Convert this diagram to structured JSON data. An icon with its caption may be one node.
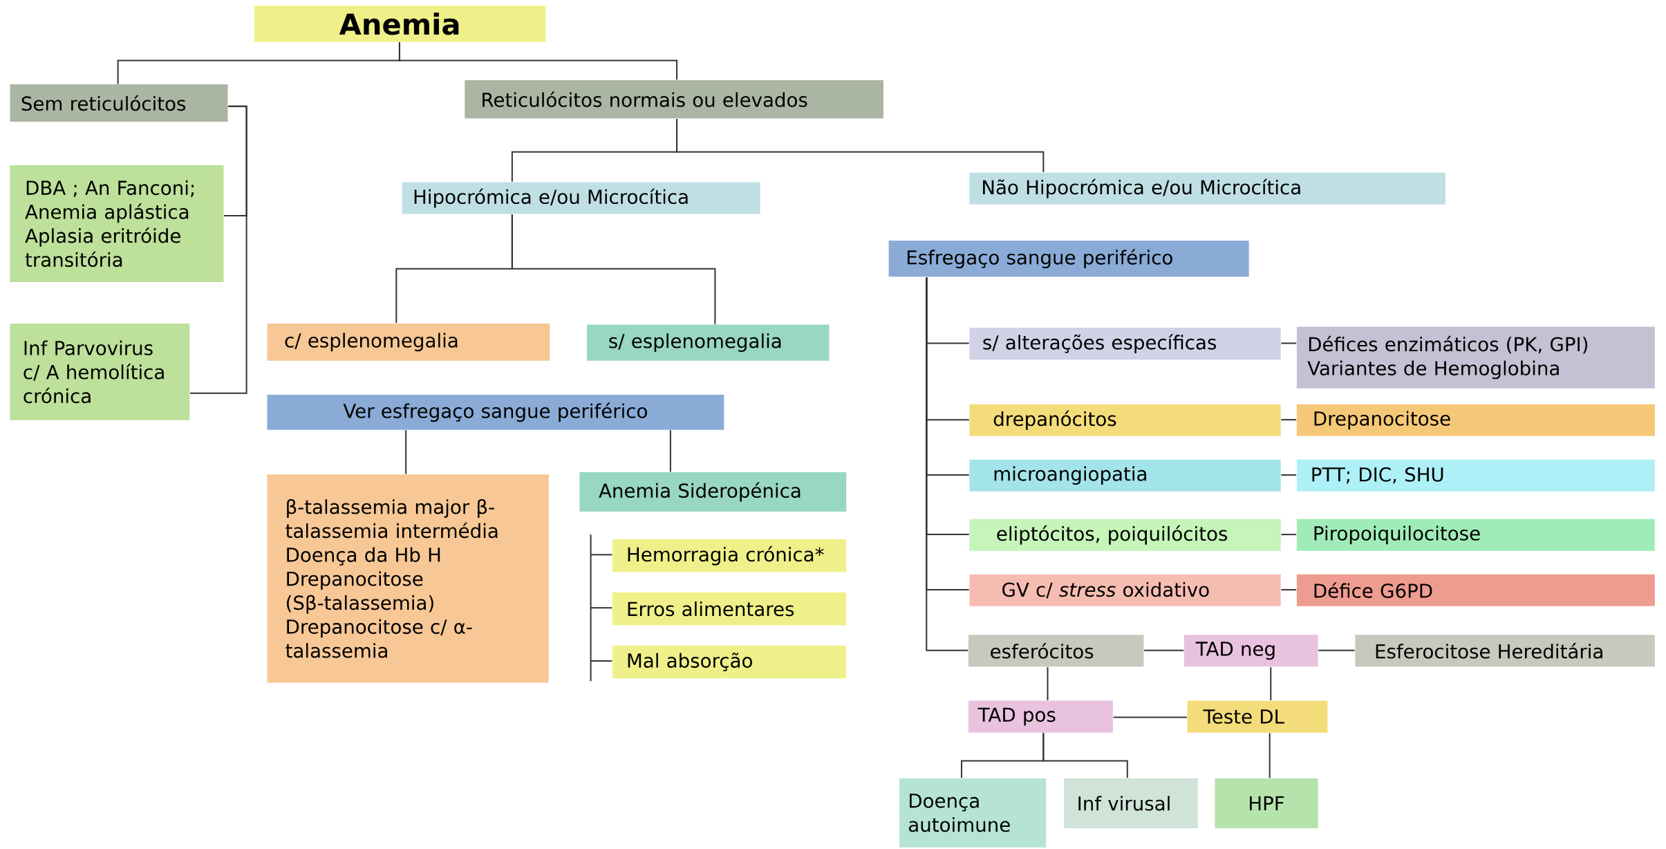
{
  "diagram": {
    "nodes": [
      {
        "text": [
          "Anemia"
        ]
      },
      {
        "text": [
          "Sem reticulócitos"
        ]
      },
      {
        "text": [
          "Reticulócitos normais ou elevados"
        ]
      },
      {
        "text": [
          "DBA ; An Fanconi; Anemia aplástica Aplasia eritróide transitória"
        ]
      },
      {
        "text": [
          "Inf Parvovirus c/ A hemolítica crónica"
        ]
      },
      {
        "text": [
          "Hipocrómica e/ou Microcítica"
        ]
      },
      {
        "text": [
          "Não Hipocrómica e/ou Microcítica"
        ]
      },
      {
        "text": [
          "c/ esplenomegalia"
        ]
      },
      {
        "text": [
          "s/ esplenomegalia"
        ]
      },
      {
        "text": [
          "Ver esfregaço sangue periférico"
        ]
      },
      {
        "text": [
          "β-talassemia major β-talassemia intermédia Doença da Hb H Drepanocitose (Sβ-talassemia) Drepanocitose c/ α-talassemia"
        ]
      },
      {
        "text": [
          "Anemia Sideropénica"
        ]
      },
      {
        "text": [
          "Hemorragia crónica*"
        ]
      },
      {
        "text": [
          "Erros alimentares"
        ]
      },
      {
        "text": [
          "Mal absorção"
        ]
      },
      {
        "text": [
          "Esfregaço sangue periférico"
        ]
      },
      {
        "text": [
          "s/ alterações específicas"
        ]
      },
      {
        "text": [
          "Défices enzimáticos (PK, GPI) Variantes de Hemoglobina"
        ]
      },
      {
        "text": [
          "drepanócitos"
        ]
      },
      {
        "text": [
          "Drepanocitose"
        ]
      },
      {
        "text": [
          "microangiopatia"
        ]
      },
      {
        "text": [
          "PTT; DIC, SHU"
        ]
      },
      {
        "text": [
          "eliptócitos, poiquilócitos"
        ]
      },
      {
        "text": [
          "Piropoiquilocitose"
        ]
      },
      {
        "text": [
          "GV c/ *stress* oxidativo"
        ]
      },
      {
        "text": [
          "Défice G6PD"
        ]
      },
      {
        "text": [
          "esferócitos"
        ]
      },
      {
        "text": [
          "TAD neg"
        ]
      },
      {
        "text": [
          "Esferocitose Hereditária"
        ]
      },
      {
        "text": [
          "TAD pos"
        ]
      },
      {
        "text": [
          "Teste DL"
        ]
      },
      {
        "text": [
          "Doença autoimune"
        ]
      },
      {
        "text": [
          "Inf virusal"
        ]
      },
      {
        "text": [
          "HPF"
        ]
      }
    ],
    "edges": [
      {
        "from": 0,
        "to": 1,
        "arrow": "none"
      },
      {
        "from": 0,
        "to": 2,
        "arrow": "none"
      },
      {
        "from": 1,
        "to": 3,
        "arrow": "none"
      },
      {
        "from": 1,
        "to": 4,
        "arrow": "none"
      },
      {
        "from": 2,
        "to": 5,
        "arrow": "none"
      },
      {
        "from": 2,
        "to": 6,
        "arrow": "none"
      },
      {
        "from": 5,
        "to": 7,
        "arrow": "none"
      },
      {
        "from": 5,
        "to": 8,
        "arrow": "none"
      },
      {
        "from": 9,
        "to": 10,
        "arrow": "none"
      },
      {
        "from": 9,
        "to": 11,
        "arrow": "none"
      },
      {
        "from": null,
        "to": 12,
        "arrow": "none"
      },
      {
        "from": null,
        "to": 13,
        "arrow": "none"
      },
      {
        "from": null,
        "to": 14,
        "arrow": "none"
      },
      {
        "from": 15,
        "to": 16,
        "arrow": "none"
      },
      {
        "from": 15,
        "to": 18,
        "arrow": "none"
      },
      {
        "from": 15,
        "to": 20,
        "arrow": "none"
      },
      {
        "from": 15,
        "to": 22,
        "arrow": "none"
      },
      {
        "from": 15,
        "to": 24,
        "arrow": "none"
      },
      {
        "from": 15,
        "to": 26,
        "arrow": "none"
      },
      {
        "from": 16,
        "to": 17,
        "arrow": "none"
      },
      {
        "from": 18,
        "to": 19,
        "arrow": "none"
      },
      {
        "from": 20,
        "to": 21,
        "arrow": "none"
      },
      {
        "from": 22,
        "to": 23,
        "arrow": "none"
      },
      {
        "from": 24,
        "to": 25,
        "arrow": "none"
      },
      {
        "from": 26,
        "to": 27,
        "arrow": "none"
      },
      {
        "from": 27,
        "to": 28,
        "arrow": "none"
      },
      {
        "from": 26,
        "to": 29,
        "arrow": "none"
      },
      {
        "from": 27,
        "to": 30,
        "arrow": "none"
      },
      {
        "from": 29,
        "to": 30,
        "arrow": "none"
      },
      {
        "from": 29,
        "to": 31,
        "arrow": "none"
      },
      {
        "from": 29,
        "to": 32,
        "arrow": "none"
      },
      {
        "from": 30,
        "to": 33,
        "arrow": "none"
      }
    ]
  }
}
